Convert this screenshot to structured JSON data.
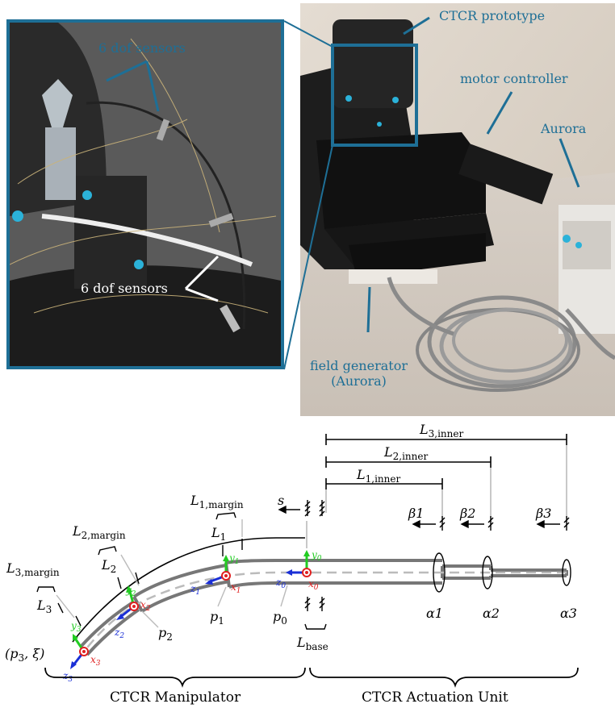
{
  "photo": {
    "callouts": {
      "ctcr_prototype": "CTCR prototype",
      "motor_controller": "motor controller",
      "aurora": "Aurora",
      "field_generator_line1": "field generator",
      "field_generator_line2": "(Aurora)"
    },
    "inset": {
      "sensors_top": "6 dof sensors",
      "sensors_bottom": "6 dof sensors"
    }
  },
  "diagram": {
    "lengths": {
      "l3_inner": "L3,inner",
      "l2_inner": "L2,inner",
      "l1_inner": "L1,inner",
      "l1_margin": "L1,margin",
      "l2_margin": "L2,margin",
      "l3_margin": "L3,margin",
      "l1": "L1",
      "l2": "L2",
      "l3": "L3",
      "l_base": "Lbase"
    },
    "points": {
      "p0": "p0",
      "p1": "p1",
      "p2": "p2",
      "p3_xi": "(p3, ξ)"
    },
    "betas": [
      "β1",
      "β2",
      "β3"
    ],
    "alphas": [
      "α1",
      "α2",
      "α3"
    ],
    "s_label": "s",
    "frames": {
      "y": [
        "y0",
        "y1",
        "y2",
        "y3"
      ],
      "z": [
        "z0",
        "z1",
        "z2",
        "z3"
      ],
      "x": [
        "x0",
        "x1",
        "x2",
        "x3"
      ]
    },
    "sections": {
      "manipulator": "CTCR Manipulator",
      "actuation": "CTCR Actuation Unit"
    },
    "colors": {
      "accent": "#1e6f96",
      "tube": "#777777",
      "dash": "#bbbbbb",
      "y_axis": "#22cc22",
      "z_axis": "#1a2fd6",
      "x_axis": "#e02020"
    }
  }
}
